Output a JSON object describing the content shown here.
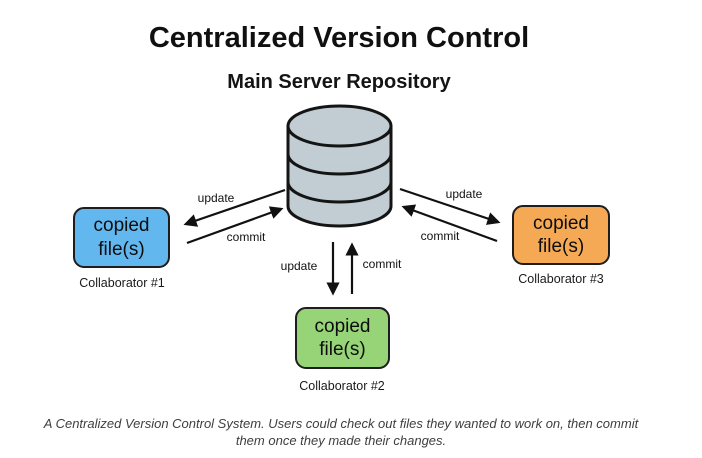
{
  "title": "Centralized Version Control",
  "subtitle": "Main Server Repository",
  "caption": "A Centralized Version Control System. Users could check out files they wanted to work on, then commit\nthem once they made their changes.",
  "collaborators": [
    {
      "box_label": "copied\nfile(s)",
      "name": "Collaborator #1",
      "fill": "#63b7ef"
    },
    {
      "box_label": "copied\nfile(s)",
      "name": "Collaborator #2",
      "fill": "#97d478"
    },
    {
      "box_label": "copied\nfile(s)",
      "name": "Collaborator #3",
      "fill": "#f6a954"
    }
  ],
  "arrow_labels": {
    "left_update": "update",
    "left_commit": "commit",
    "bottom_update": "update",
    "bottom_commit": "commit",
    "right_update": "update",
    "right_commit": "commit"
  },
  "colors": {
    "server_fill": "#c1ccd3",
    "line_stroke": "#141414"
  }
}
